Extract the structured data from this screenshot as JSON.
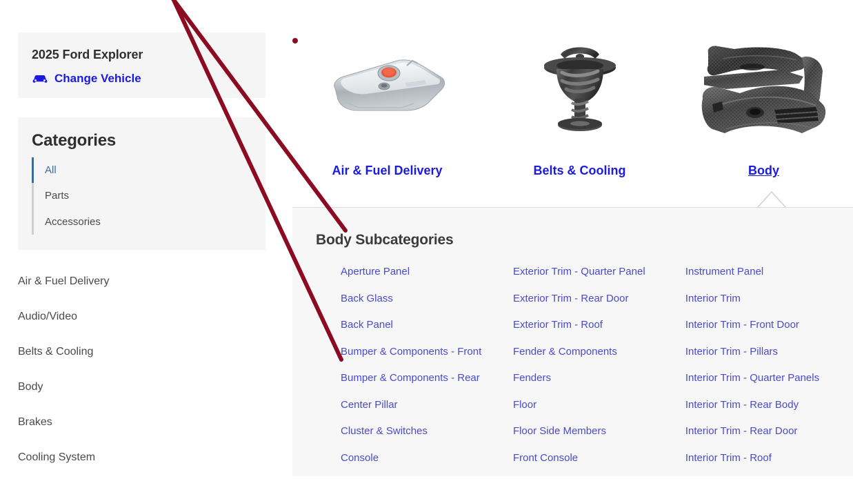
{
  "sidebar": {
    "vehicle": {
      "title": "2025 Ford Explorer",
      "change_label": "Change Vehicle",
      "icon": "car-icon",
      "link_color": "#1a1ae0"
    },
    "categories_panel": {
      "title": "Categories",
      "filters": [
        {
          "label": "All",
          "active": true
        },
        {
          "label": "Parts",
          "active": false
        },
        {
          "label": "Accessories",
          "active": false
        }
      ],
      "active_color": "#3d6d96"
    },
    "main_categories": [
      "Air & Fuel Delivery",
      "Audio/Video",
      "Belts & Cooling",
      "Body",
      "Brakes",
      "Cooling System"
    ]
  },
  "tiles": [
    {
      "label": "Air & Fuel Delivery",
      "image": "fuel-tank-image",
      "active": false
    },
    {
      "label": "Belts & Cooling",
      "image": "thermostat-image",
      "active": false
    },
    {
      "label": "Body",
      "image": "bumper-image",
      "active": true
    }
  ],
  "subcategory_panel": {
    "title": "Body Subcategories",
    "columns": [
      [
        "Aperture Panel",
        "Back Glass",
        "Back Panel",
        "Bumper & Components - Front",
        "Bumper & Components - Rear",
        "Center Pillar",
        "Cluster & Switches",
        "Console"
      ],
      [
        "Exterior Trim - Quarter Panel",
        "Exterior Trim - Rear Door",
        "Exterior Trim - Roof",
        "Fender & Components",
        "Fenders",
        "Floor",
        "Floor Side Members",
        "Front Console"
      ],
      [
        "Instrument Panel",
        "Interior Trim",
        "Interior Trim - Front Door",
        "Interior Trim - Pillars",
        "Interior Trim - Quarter Panels",
        "Interior Trim - Rear Body",
        "Interior Trim - Rear Door",
        "Interior Trim - Roof"
      ]
    ],
    "link_color": "#4a4acc"
  },
  "annotations": {
    "color": "#8B0B22",
    "dot_color": "#8B0B22"
  }
}
